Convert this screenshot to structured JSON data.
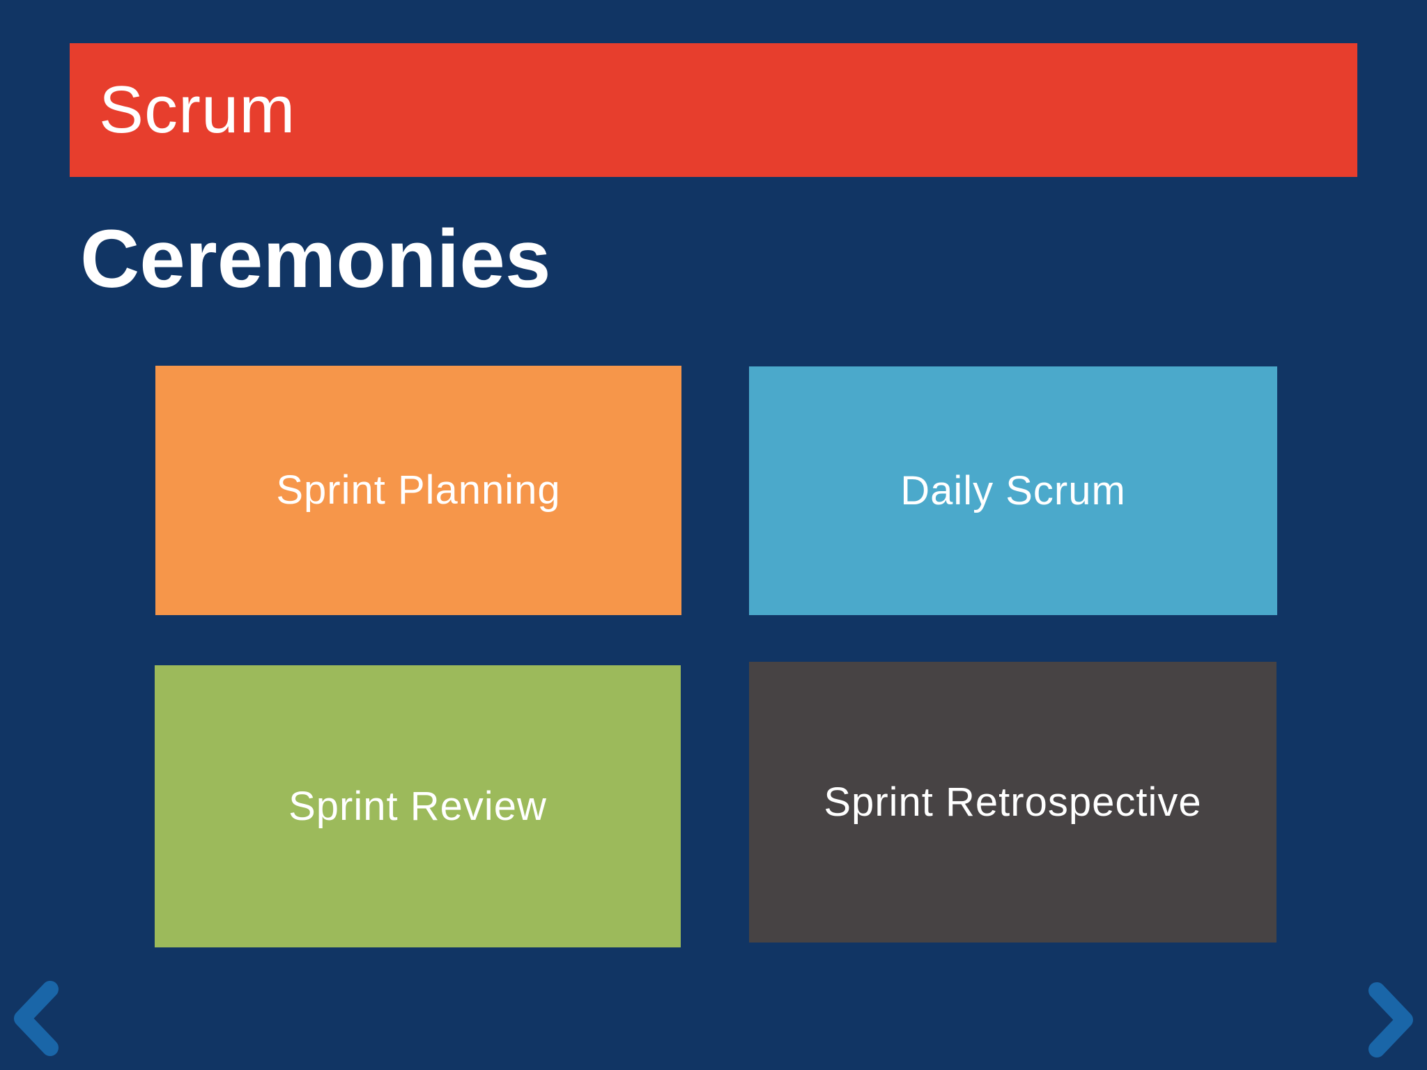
{
  "slide": {
    "banner_title": "Scrum",
    "heading": "Ceremonies"
  },
  "tiles": [
    {
      "label": "Sprint Planning",
      "color": "#F6964A"
    },
    {
      "label": "Daily Scrum",
      "color": "#4BA9CB"
    },
    {
      "label": "Sprint Review",
      "color": "#9CBA5B"
    },
    {
      "label": "Sprint Retrospective",
      "color": "#474344"
    }
  ],
  "nav": {
    "prev_icon": "chevron-left-icon",
    "next_icon": "chevron-right-icon"
  },
  "colors": {
    "navy": "#113564",
    "red": "#E73E2D",
    "nav": "#1A66A8",
    "text": "#FFFFFF"
  }
}
